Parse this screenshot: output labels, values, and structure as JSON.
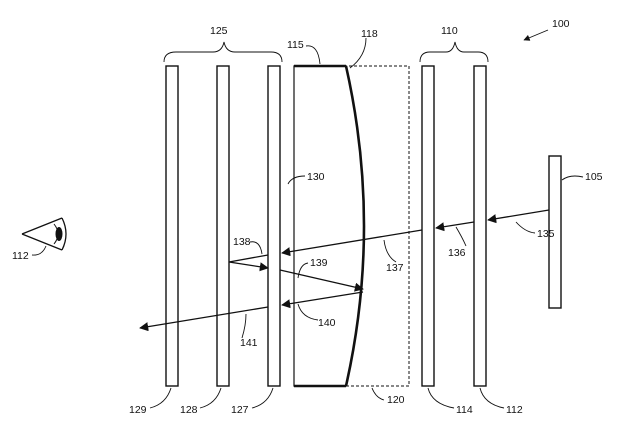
{
  "diagram": {
    "labels": {
      "system": "100",
      "display": "105",
      "stack_front": "110",
      "polarizer_112": "112",
      "plate_114": "114",
      "lens": "115",
      "curved_surface": "118",
      "lens_block": "120",
      "stack_back": "125",
      "plate_127": "127",
      "plate_128": "128",
      "plate_129": "129",
      "lens_flat_surface": "130",
      "ray_135": "135",
      "ray_136": "136",
      "ray_137": "137",
      "ray_138": "138",
      "ray_139": "139",
      "ray_140": "140",
      "ray_141": "141",
      "eye": "112"
    },
    "icons": {
      "eye": "eye-icon"
    },
    "colors": {
      "line": "#111111",
      "background": "#ffffff"
    }
  }
}
